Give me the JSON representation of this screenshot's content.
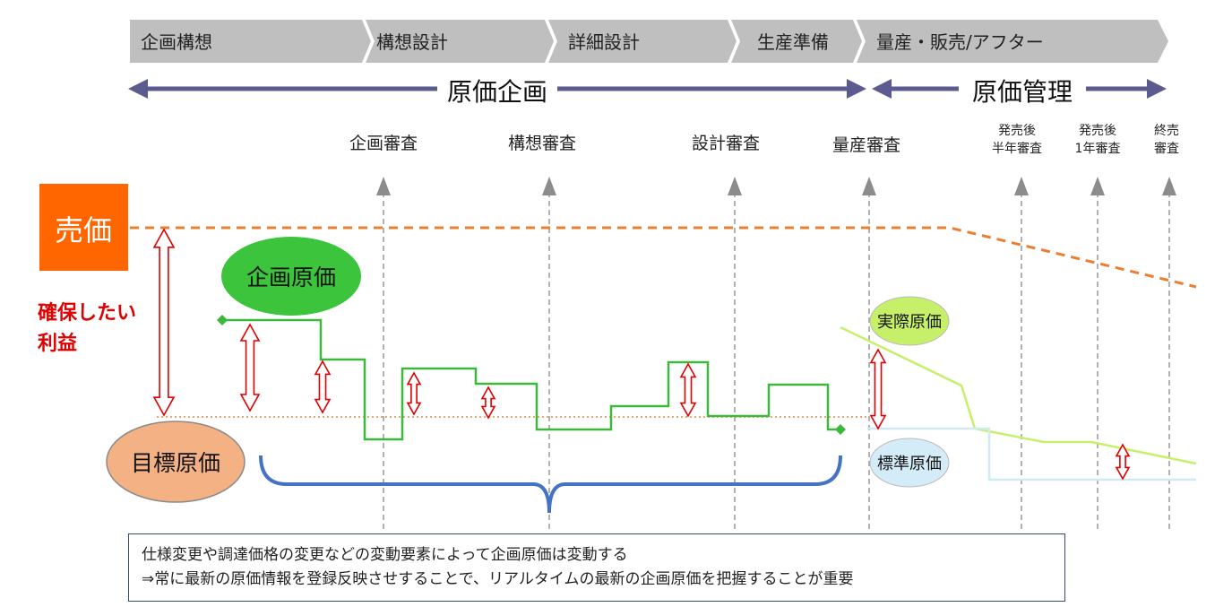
{
  "phases": [
    "企画構想",
    "構想設計",
    "詳細設計",
    "生産準備",
    "量産・販売/アフター"
  ],
  "spans": {
    "planning": "原価企画",
    "management": "原価管理"
  },
  "reviews": [
    {
      "line1": "企画審査",
      "line2": ""
    },
    {
      "line1": "構想審査",
      "line2": ""
    },
    {
      "line1": "設計審査",
      "line2": ""
    },
    {
      "line1": "量産審査",
      "line2": ""
    },
    {
      "line1": "発売後",
      "line2": "半年審査"
    },
    {
      "line1": "発売後",
      "line2": "1年審査"
    },
    {
      "line1": "終売",
      "line2": "審査"
    }
  ],
  "labels": {
    "selling_price": "売価",
    "profit_line1": "確保したい",
    "profit_line2": "利益",
    "planned_cost": "企画原価",
    "target_cost": "目標原価",
    "actual_cost": "実際原価",
    "standard_cost": "標準原価"
  },
  "note": {
    "line1": "仕様変更や調達価格の変更などの変動要素によって企画原価は変動する",
    "line2": "⇒常に最新の原価情報を登録反映させすることで、リアルタイムの最新の企画原価を把握することが重要"
  },
  "colors": {
    "phase_bar": "#bfbfbf",
    "span_arrow": "#5b5b8f",
    "selling_price": "#ff6600",
    "selling_line": "#ed7d31",
    "profit_text": "#e00000",
    "planned_cost": "#3cb83c",
    "target_cost": "#f4b183",
    "actual_cost": "#c6ef6a",
    "standard_cost": "#cfe9f7",
    "bracket": "#4472c4"
  }
}
